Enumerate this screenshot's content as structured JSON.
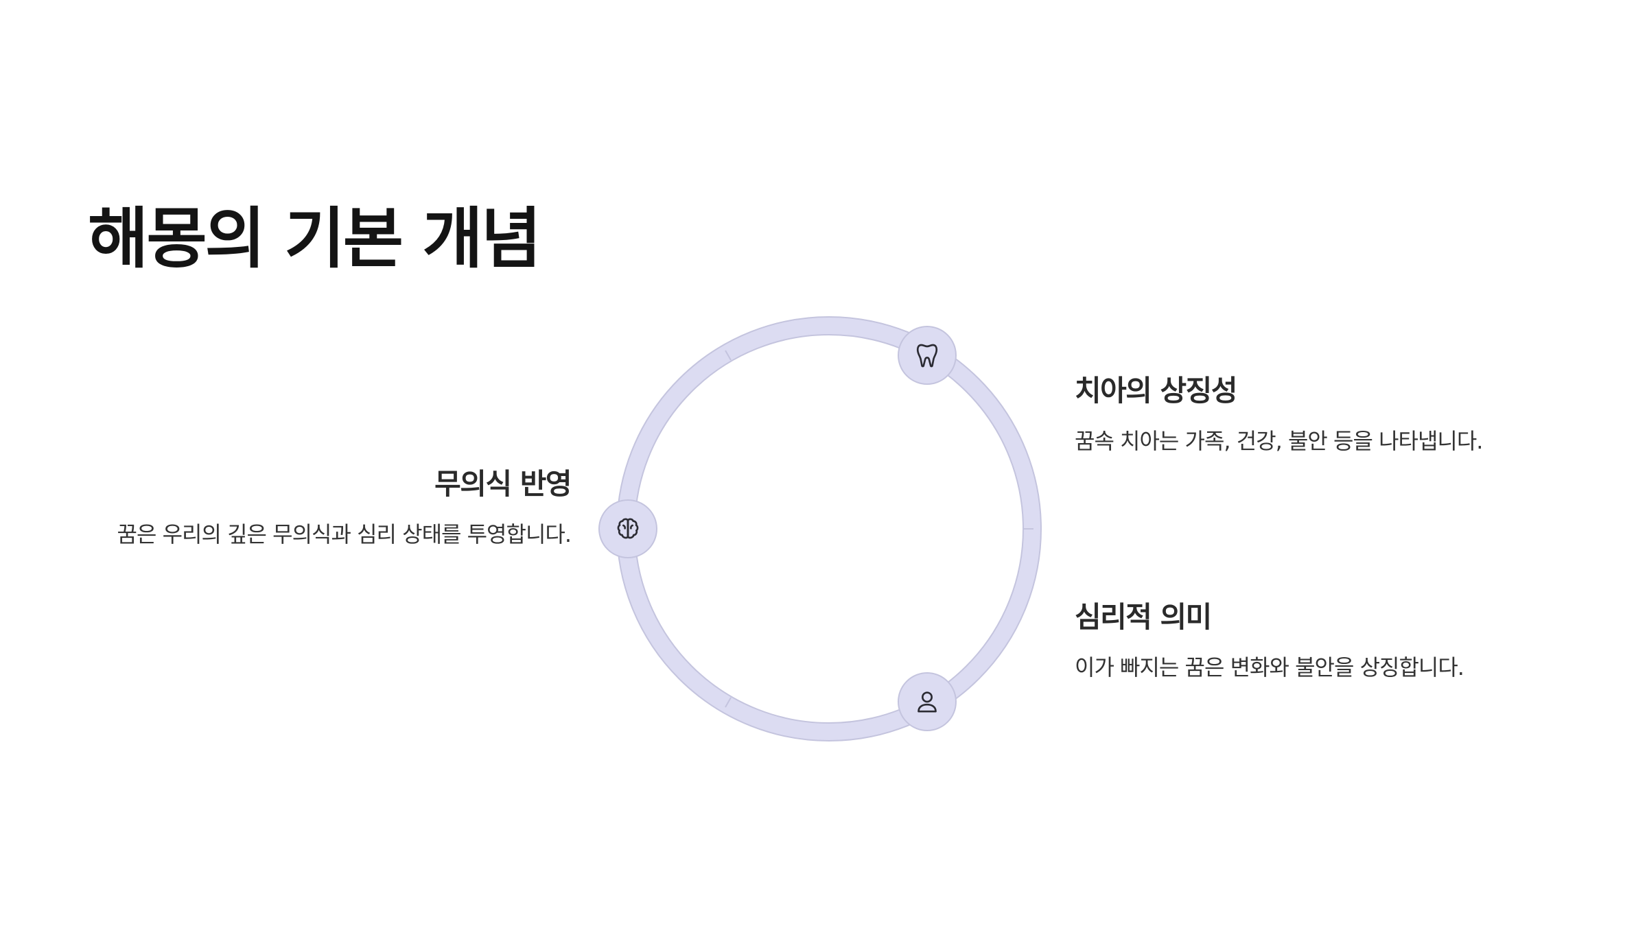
{
  "slide": {
    "title": "해몽의 기본 개념"
  },
  "diagram": {
    "colors": {
      "ring_fill": "#dcdcf2",
      "ring_stroke": "#c4c4de",
      "icon_stroke": "#2b2b33"
    },
    "items": [
      {
        "icon": "tooth-icon",
        "heading": "치아의 상징성",
        "description": "꿈속 치아는 가족, 건강, 불안 등을 나타냅니다."
      },
      {
        "icon": "brain-icon",
        "heading": "무의식 반영",
        "description": "꿈은 우리의 깊은 무의식과 심리 상태를 투영합니다."
      },
      {
        "icon": "person-icon",
        "heading": "심리적 의미",
        "description": "이가 빠지는 꿈은 변화와 불안을 상징합니다."
      }
    ]
  }
}
